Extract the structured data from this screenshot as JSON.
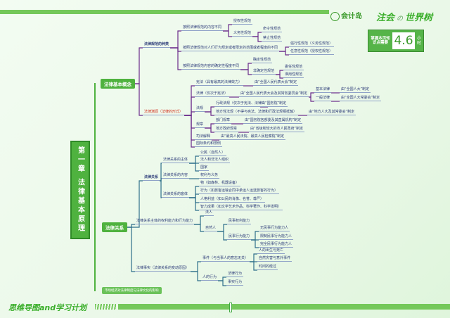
{
  "header": {
    "brand": "会计岛",
    "slogan_left": "注会",
    "slogan_mid": "の",
    "slogan_right": "世界树",
    "time_label": "掌握本页知识点需要",
    "time_value": "4.6",
    "time_unit": "小时"
  },
  "chapter": "第一章 法律基本原理",
  "sections": {
    "concept": "法律基本概念",
    "relation": "法律关系",
    "culture": "市场经济对法律制度与法律文化的影响"
  },
  "concept": {
    "kinds": "法律规范的种类",
    "k1": "按照法律规范的内容不同",
    "k1a": "授权性规范",
    "k1b": "义务性规范",
    "k1b1": "命令性规范",
    "k1b2": "禁止性规范",
    "k2": "按照法律规范对人们行为规定或者限定的范围或者程度的不同",
    "k2a": "强行性规范（义务性规范）",
    "k2b": "任意性规范（授权性规范）",
    "k3": "按照法律规范内容的确定性程度不同",
    "k3a": "确定性规范",
    "k3b": "非确定性规范",
    "k3b1": "委任性规范",
    "k3b2": "准用性规范",
    "sources": "法律渊源（法律的形式）",
    "s1": "宪法（具有最高的法律效力）",
    "s1m": "由“全国人民代表大会”制定",
    "s2": "法律（仅次于宪法）",
    "s2m": "由“全国人民代表大会及其常务委员会”制定",
    "s2a": "基本法律",
    "s2am": "由“全国人大”制定",
    "s2b": "一般法律",
    "s2bm": "由“全国人大常委会”制定",
    "s3": "法规",
    "s3a": "行政法规（仅次于宪法、法律）",
    "s3am": "由“国务院”制定",
    "s3b": "地方性法规（不得与宪法、法律和行政法规相抵触）",
    "s3bm": "由“地方人大及其常委会”制定",
    "s4": "规章",
    "s4a": "部门规章",
    "s4am": "由“国务院各部委及其直属机构”制定",
    "s4b": "地方政府规章",
    "s4bm": "由“省级和较大的市人民政府”制定",
    "s5": "司法解释",
    "s5m": "由“最高人民法院、最高人民检察院”制定",
    "s6": "国际条约和惯例"
  },
  "relation": {
    "r": "法律关系",
    "subj": "法律关系的主体",
    "subj1": "公民（自然人）",
    "subj2": "法人和非法人组织",
    "subj3": "国家",
    "cont": "法律关系的内容",
    "cont1": "权利与义务",
    "obj": "法律关系的客体",
    "obj1": "物（如森林、机器设备）",
    "obj2": "行为（如旅客运输合同中承运人运送旅客的行为）",
    "obj3": "人格利益（如公民的肖像、名誉、尊严）",
    "obj4": "智力成果（如文学艺术作品、科学著作、科学发明）",
    "cap": "法律关系主体的权利能力和行为能力",
    "cap1": "法人",
    "cap2": "自然人",
    "cap2a": "民事权利能力",
    "cap2b": "民事行为能力",
    "cap2b1": "无民事行为能力人",
    "cap2b2": "限制民事行为能力人",
    "cap2b3": "完全民事行为能力人",
    "fact": "法律事实（法律关系的变动原因）",
    "ev": "事件（与当事人的意志无关）",
    "ev1": "人的出生与死亡",
    "ev2": "自然灾害与意外事件",
    "ev3": "时间的经过",
    "act": "人的行为",
    "act1": "法律行为",
    "act2": "事实行为"
  },
  "footer": {
    "title": "思维导图and学习计划"
  },
  "colors": {
    "accent": "#4fb23f",
    "concept_line": "#6a2a8a",
    "relation_line": "#2e6f8a",
    "highlight": "#d2331f"
  }
}
